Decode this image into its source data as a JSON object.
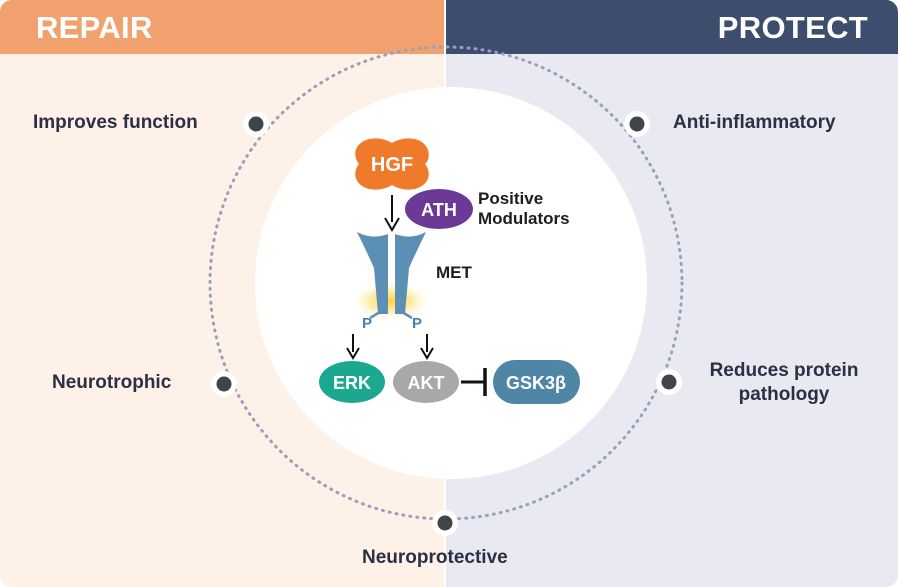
{
  "headers": {
    "left": "REPAIR",
    "right": "PROTECT"
  },
  "colors": {
    "repair_header": "#f0a16e",
    "repair_bg": "#fdf1e8",
    "protect_header": "#3d4d6e",
    "protect_bg": "#e9e9f1",
    "hgf": "#ef7a2c",
    "ath": "#6a3a96",
    "met": "#5b8fb3",
    "erk": "#1aa88f",
    "akt": "#a8a8a8",
    "gsk3b": "#4f86a6"
  },
  "outer_labels": {
    "improves_function": "Improves function",
    "neurotrophic": "Neurotrophic",
    "neuroprotective": "Neuroprotective",
    "anti_inflammatory": "Anti-inflammatory",
    "reduces_protein_pathology": "Reduces protein pathology"
  },
  "pathway": {
    "hgf": "HGF",
    "ath": "ATH",
    "positive_modulators": "Positive Modulators",
    "met": "MET",
    "phospho_left": "P",
    "phospho_right": "P",
    "erk": "ERK",
    "akt": "AKT",
    "gsk3b": "GSK3β"
  }
}
